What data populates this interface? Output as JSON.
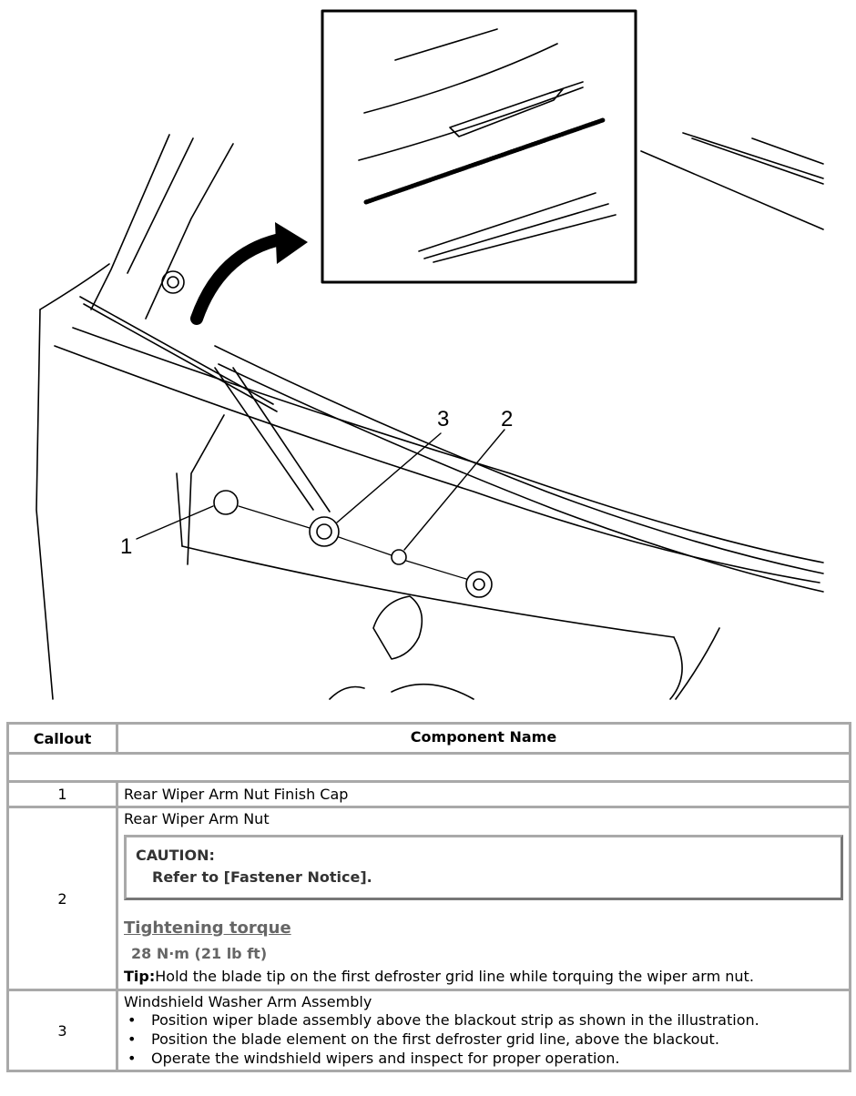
{
  "illustration": {
    "callouts": [
      {
        "label": "1"
      },
      {
        "label": "2"
      },
      {
        "label": "3"
      }
    ]
  },
  "table": {
    "headers": {
      "callout": "Callout",
      "component": "Component Name"
    },
    "rows": [
      {
        "callout": "1",
        "name": "Rear Wiper Arm Nut Finish Cap"
      },
      {
        "callout": "2",
        "name": "Rear Wiper Arm Nut",
        "caution_title": "CAUTION:",
        "caution_text": "Refer to [Fastener Notice].",
        "torque_heading": "Tightening torque",
        "torque_value": "28 N·m (21 lb ft)",
        "tip_label": "Tip:",
        "tip_text": "Hold the blade tip on the first defroster grid line while torquing the wiper arm nut."
      },
      {
        "callout": "3",
        "name": "Windshield Washer Arm Assembly",
        "bullets": [
          "Position wiper blade assembly above the blackout strip as shown in the illustration.",
          "Position the blade element on the first defroster grid line, above the blackout.",
          "Operate the windshield wipers and inspect for proper operation."
        ]
      }
    ]
  }
}
